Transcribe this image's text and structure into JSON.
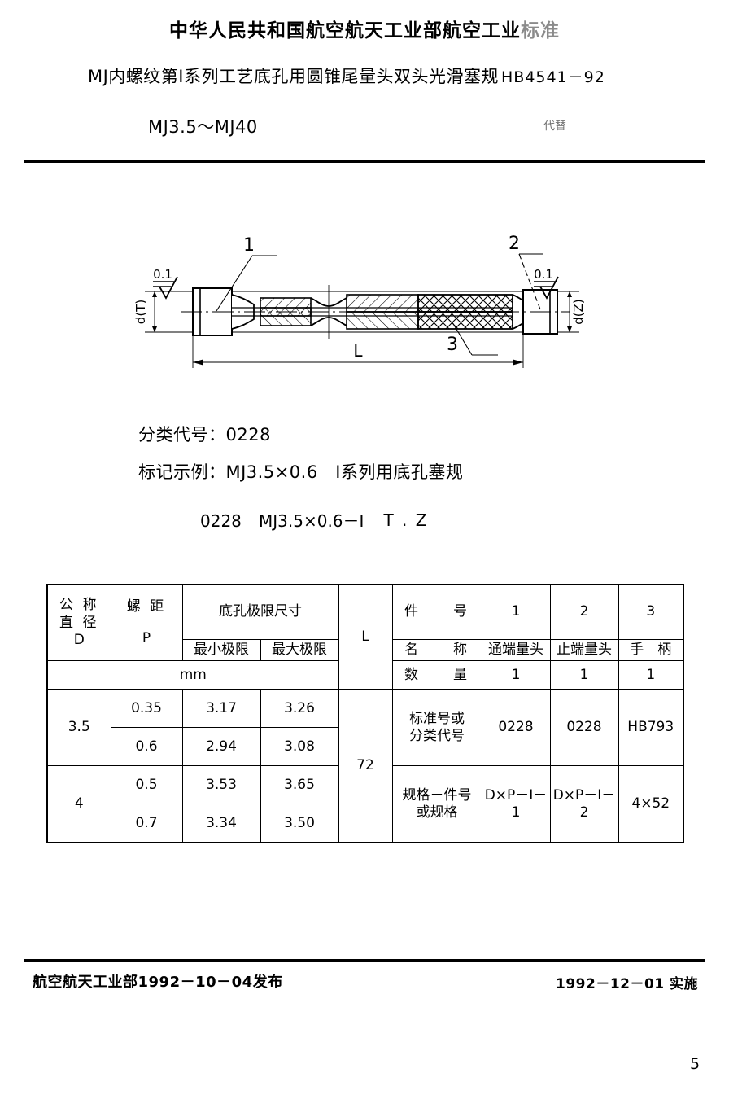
{
  "header": {
    "ministry_line": "中华人民共和国航空航天工业部航空工业",
    "ministry_line_faded": "标准",
    "title": "MJ内螺纹第Ⅰ系列工艺底孔用圆锥尾量头双头光滑塞规",
    "standard_number": "HB4541－92",
    "size_range": "MJ3.5～MJ40",
    "replaces_mark": "代替"
  },
  "drawing": {
    "callout_1": "1",
    "callout_2": "2",
    "callout_3": "3",
    "roughness_left": "0.1",
    "roughness_right": "0.1",
    "dia_left": "d(T)",
    "dia_right": "d(Z)",
    "length_label": "L"
  },
  "notes": {
    "classification": "分类代号：0228",
    "marking_example": "标记示例：MJ3.5×0.6　Ⅰ系列用底孔塞规",
    "fraction_numerator": "0228",
    "fraction_denominator": "MJ3.5×0.6－Ⅰ",
    "fraction_suffix": "T . Z"
  },
  "table": {
    "left_headers": {
      "nominal_diameter": "公 称\n直 径\nD",
      "nominal_diameter_l1": "公 称",
      "nominal_diameter_l2": "直 径",
      "nominal_diameter_l3": "D",
      "pitch_l1": "螺 距",
      "pitch_l2": "P",
      "pilot_hole_limits": "底孔极限尺寸",
      "min_limit": "最小极限",
      "max_limit": "最大极限",
      "length": "L",
      "unit": "mm"
    },
    "right_headers": {
      "part_no": "件　　号",
      "name": "名　　称",
      "quantity": "数　　量",
      "std_or_class_l1": "标准号或",
      "std_or_class_l2": "分类代号",
      "spec_partno_l1": "规格－件号",
      "spec_partno_l2": "或规格"
    },
    "parts": {
      "numbers": [
        "1",
        "2",
        "3"
      ],
      "names": [
        "通端量头",
        "止端量头",
        "手　柄"
      ],
      "quantities": [
        "1",
        "1",
        "1"
      ],
      "std_codes": [
        "0228",
        "0228",
        "HB793"
      ],
      "spec_codes": [
        "D×P－Ⅰ－1",
        "D×P－Ⅰ－2",
        "4×52"
      ]
    },
    "rows": [
      {
        "diameter": "3.5",
        "pitch": "0.35",
        "min": "3.17",
        "max": "3.26"
      },
      {
        "diameter": "3.5",
        "pitch": "0.6",
        "min": "2.94",
        "max": "3.08"
      },
      {
        "diameter": "4",
        "pitch": "0.5",
        "min": "3.53",
        "max": "3.65"
      },
      {
        "diameter": "4",
        "pitch": "0.7",
        "min": "3.34",
        "max": "3.50"
      }
    ],
    "length_value": "72"
  },
  "footer": {
    "issued": "航空航天工业部1992－10－04发布",
    "effective": "1992－12－01  实施",
    "page_number": "5"
  },
  "chart_data": {
    "type": "table",
    "title": "MJ内螺纹第Ⅰ系列工艺底孔用圆锥尾量头双头光滑塞规",
    "columns": [
      "公称直径 D",
      "螺距 P",
      "最小极限",
      "最大极限",
      "L"
    ],
    "units": "mm",
    "rows": [
      [
        "3.5",
        "0.35",
        "3.17",
        "3.26",
        "72"
      ],
      [
        "3.5",
        "0.6",
        "2.94",
        "3.08",
        "72"
      ],
      [
        "4",
        "0.5",
        "3.53",
        "3.65",
        "72"
      ],
      [
        "4",
        "0.7",
        "3.34",
        "3.50",
        "72"
      ]
    ]
  }
}
